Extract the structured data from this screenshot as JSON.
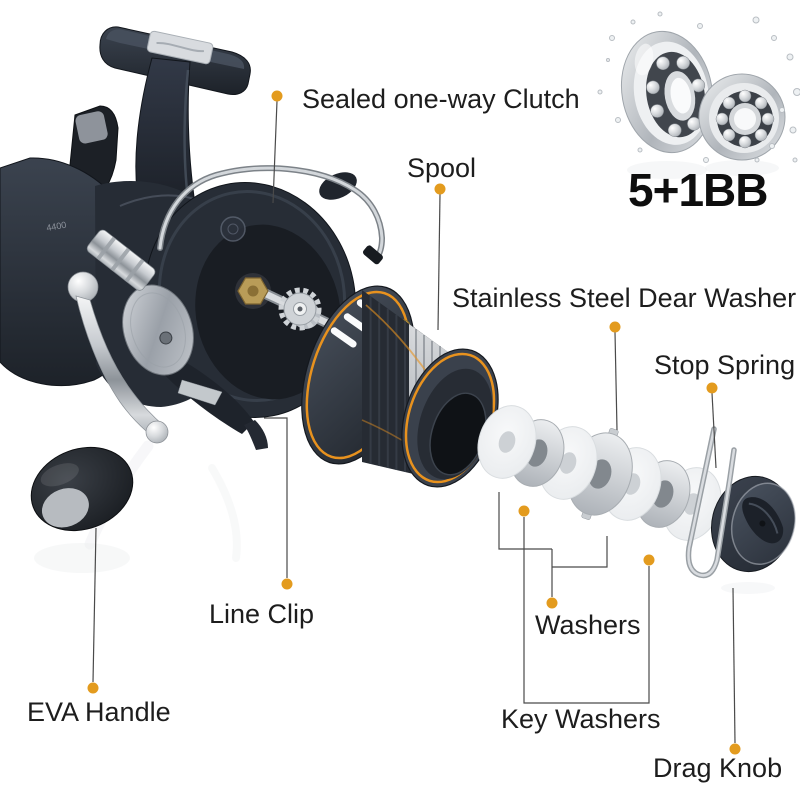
{
  "diagram": {
    "bearing_badge": "5+1BB",
    "model_number": "4400",
    "callouts": [
      {
        "id": "sealed-one-way-clutch",
        "label": "Sealed one-way Clutch"
      },
      {
        "id": "spool",
        "label": "Spool"
      },
      {
        "id": "stainless-steel-dear-washer",
        "label": "Stainless Steel Dear Washer"
      },
      {
        "id": "stop-spring",
        "label": "Stop Spring"
      },
      {
        "id": "line-clip",
        "label": "Line Clip"
      },
      {
        "id": "eva-handle",
        "label": "EVA Handle"
      },
      {
        "id": "washers",
        "label": "Washers"
      },
      {
        "id": "key-washers",
        "label": "Key Washers"
      },
      {
        "id": "drag-knob",
        "label": "Drag Knob"
      }
    ],
    "colors": {
      "callout_dot": "#E39B1E",
      "callout_line": "#4A4A4A",
      "label_text": "#1D1D1D",
      "accent_orange": "#E8921E",
      "reel_body": "#262C35",
      "chrome": "#C9CDD2"
    }
  }
}
